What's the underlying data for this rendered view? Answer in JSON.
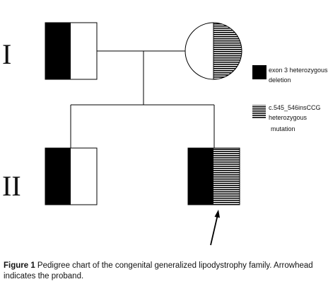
{
  "generations": {
    "first": "I",
    "second": "II"
  },
  "legend": {
    "solid": {
      "lines": [
        "exon 3 heterozygous",
        "deletion"
      ]
    },
    "striped": {
      "lines": [
        "c.545_546insCCG",
        "heterozygous",
        "mutation"
      ]
    }
  },
  "caption": {
    "label": "Figure 1",
    "text": " Pedigree chart of the congenital generalized lipodystrophy family. Arrowhead indicates the proband."
  },
  "colors": {
    "solid": "#000000",
    "stripe": "#000000",
    "background": "#ffffff"
  }
}
